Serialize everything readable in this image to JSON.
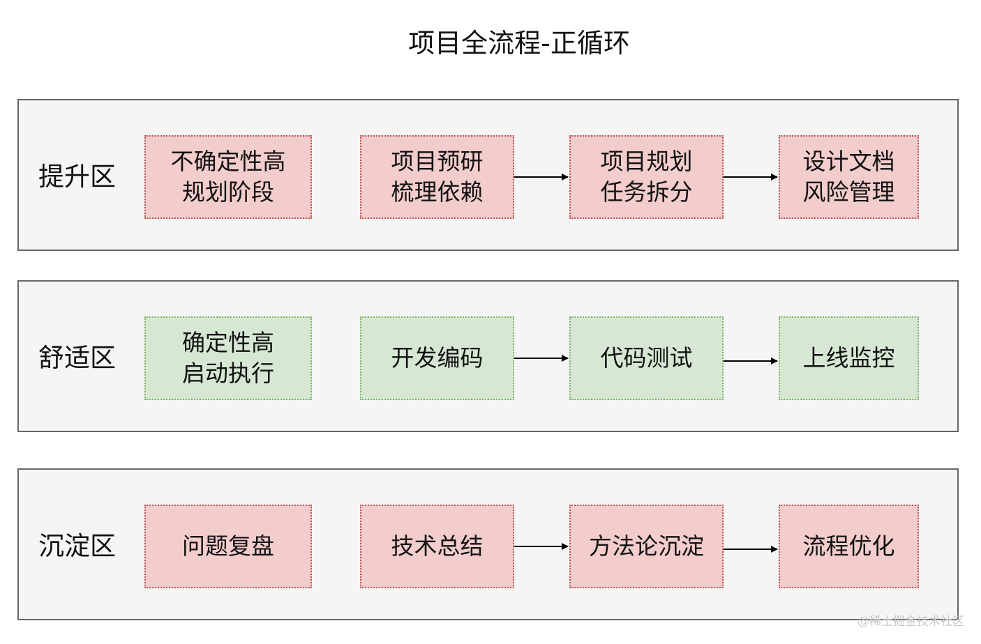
{
  "title": "项目全流程-正循环",
  "zones": [
    {
      "label": "提升区",
      "tone": "warm",
      "boxes": [
        "不确定性高\n规划阶段",
        "项目预研\n梳理依赖",
        "项目规划\n任务拆分",
        "设计文档\n风险管理"
      ]
    },
    {
      "label": "舒适区",
      "tone": "cool",
      "boxes": [
        "确定性高\n启动执行",
        "开发编码",
        "代码测试",
        "上线监控"
      ]
    },
    {
      "label": "沉淀区",
      "tone": "warm",
      "boxes": [
        "问题复盘",
        "技术总结",
        "方法论沉淀",
        "流程优化"
      ]
    }
  ],
  "colors": {
    "warm_fill": "#f3cccc",
    "warm_border": "#b85450",
    "cool_fill": "#d6e8d4",
    "cool_border": "#82b366",
    "zone_fill": "#f5f5f5",
    "zone_border": "#666666"
  },
  "watermark": "@稀土掘金技术社区"
}
